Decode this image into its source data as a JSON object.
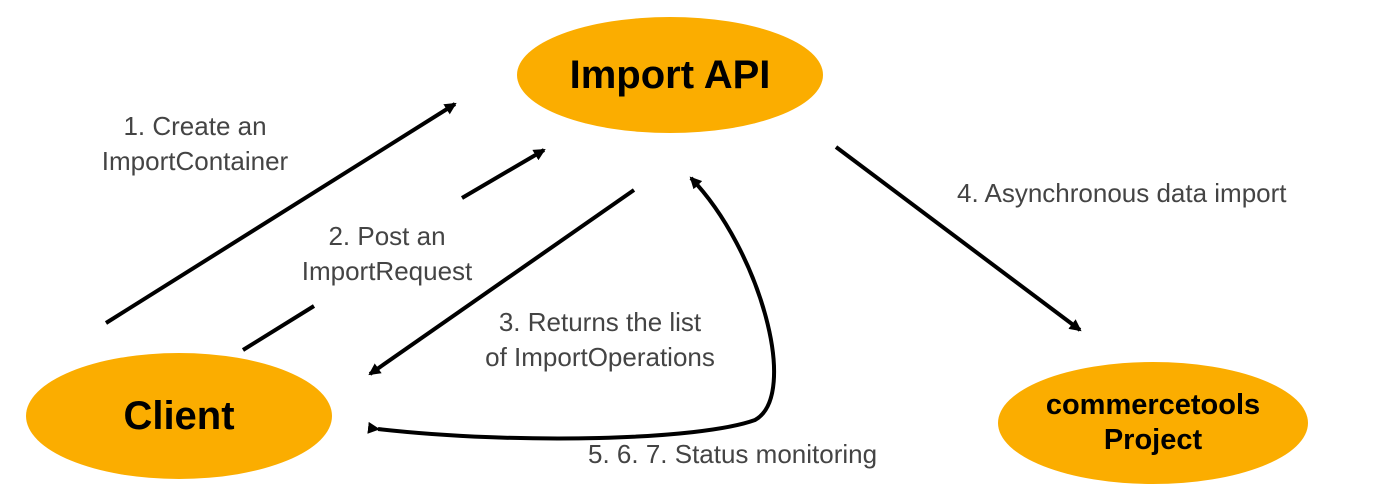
{
  "colors": {
    "node_fill": "#FBAD00",
    "arrow": "#000000",
    "label_text": "#444444"
  },
  "nodes": {
    "import_api": "Import API",
    "client": "Client",
    "project_line1": "commercetools",
    "project_line2": "Project"
  },
  "steps": {
    "step1_line1": "1. Create an",
    "step1_line2": "ImportContainer",
    "step2_line1": "2. Post an",
    "step2_line2": "ImportRequest",
    "step3_line1": "3. Returns the list",
    "step3_line2": "of ImportOperations",
    "step4": "4. Asynchronous data import",
    "step5": "5. 6. 7. Status monitoring"
  }
}
